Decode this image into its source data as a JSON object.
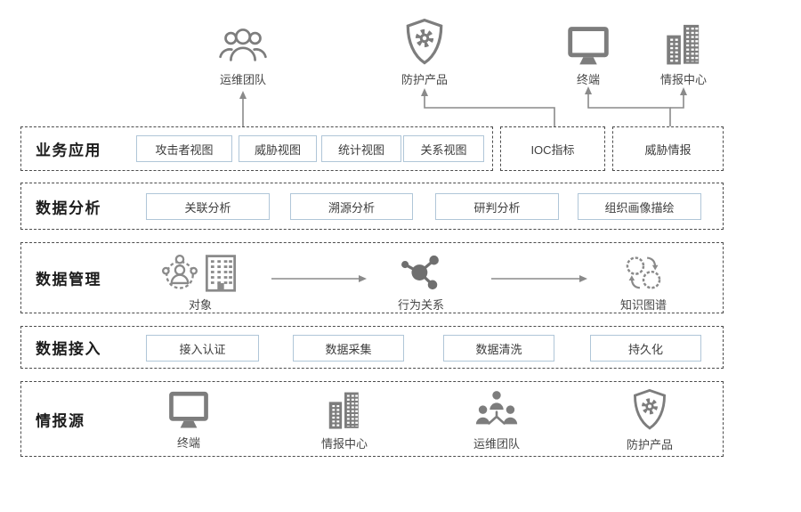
{
  "diagram": {
    "top_sources": [
      {
        "label": "运维团队",
        "icon": "team-outline-icon"
      },
      {
        "label": "防护产品",
        "icon": "shield-gear-icon"
      },
      {
        "label": "终端",
        "icon": "monitor-icon"
      },
      {
        "label": "情报中心",
        "icon": "buildings-icon"
      }
    ],
    "layers": {
      "business": {
        "label": "业务应用",
        "boxes": [
          "攻击者视图",
          "威胁视图",
          "统计视图",
          "关系视图"
        ],
        "side_boxes": [
          "IOC指标",
          "威胁情报"
        ]
      },
      "analysis": {
        "label": "数据分析",
        "boxes": [
          "关联分析",
          "溯源分析",
          "研判分析",
          "组织画像描绘"
        ]
      },
      "management": {
        "label": "数据管理",
        "nodes": [
          "对象",
          "行为关系",
          "知识图谱"
        ]
      },
      "ingest": {
        "label": "数据接入",
        "boxes": [
          "接入认证",
          "数据采集",
          "数据清洗",
          "持久化"
        ]
      },
      "sources": {
        "label": "情报源",
        "nodes": [
          "终端",
          "情报中心",
          "运维团队",
          "防护产品"
        ]
      }
    },
    "colors": {
      "accent_box_border": "#b0c6d8",
      "dashed_border": "#4c4c4c",
      "icon_gray": "#7d7d7d",
      "arrow_gray": "#8a8a8a"
    }
  }
}
